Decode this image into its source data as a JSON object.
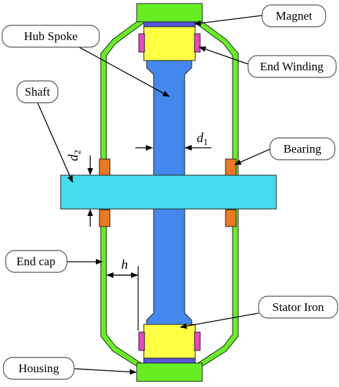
{
  "labels": {
    "magnet": "Magnet",
    "hub_spoke": "Hub Spoke",
    "end_winding": "End Winding",
    "shaft": "Shaft",
    "bearing": "Bearing",
    "end_cap": "End cap",
    "stator_iron": "Stator Iron",
    "housing": "Housing"
  },
  "dimensions": {
    "d1_symbol": "d",
    "d1_sub": "1",
    "d2_symbol": "d",
    "d2_sub": "2",
    "h_symbol": "h"
  },
  "colors": {
    "housing": "#66ee22",
    "hub_spoke": "#4488ee",
    "shaft": "#44ddee",
    "end_winding": "#ffff44",
    "coil": "#ee44cc",
    "magnet": "#5555dd",
    "bearing": "#ee7722",
    "outline": "#222222"
  }
}
